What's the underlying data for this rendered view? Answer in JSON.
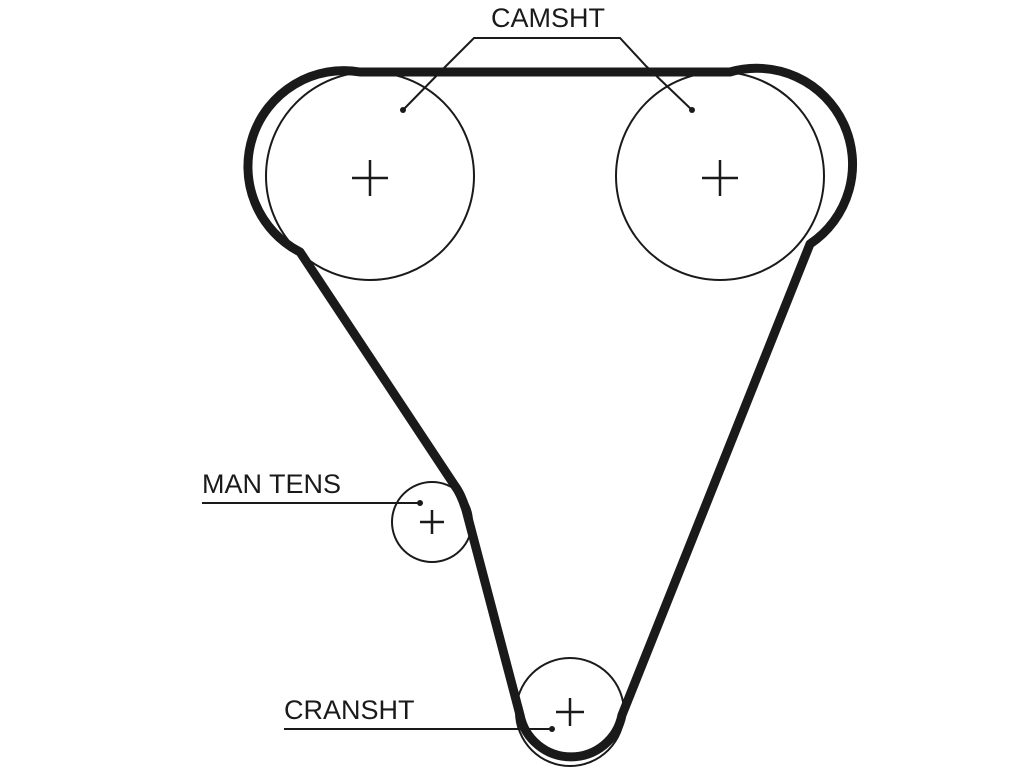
{
  "labels": {
    "camshaft": "CAMSHT",
    "tensioner": "MAN TENS",
    "crankshaft": "CRANSHT"
  }
}
